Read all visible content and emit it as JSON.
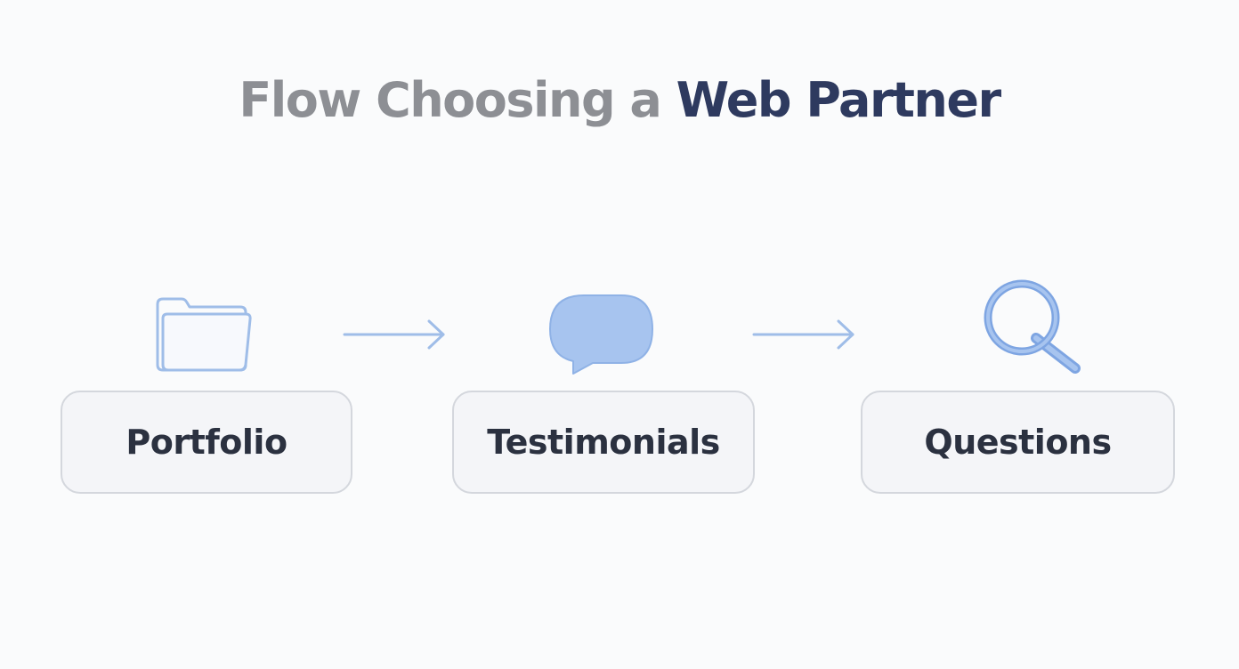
{
  "title": {
    "light": "Flow Choosing a ",
    "dark": "Web Partner"
  },
  "steps": [
    {
      "label": "Portfolio",
      "icon": "folder-icon"
    },
    {
      "label": "Testimonials",
      "icon": "speech-bubble-icon"
    },
    {
      "label": "Questions",
      "icon": "magnifying-glass-icon"
    }
  ],
  "colors": {
    "title_light": "#8d8f94",
    "title_dark": "#2e3a5f",
    "icon_stroke": "#8fb2e6",
    "icon_fill": "#a7c4ef",
    "box_bg": "#f4f5f8",
    "box_border": "#d4d7dd",
    "label": "#2b3140"
  }
}
